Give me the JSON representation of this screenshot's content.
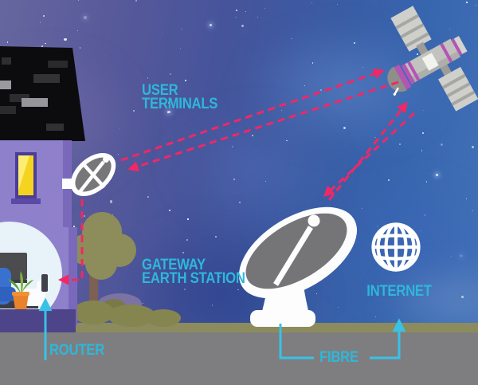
{
  "labels": {
    "user_terminals": {
      "line1": "USER",
      "line2": "TERMINALS"
    },
    "gateway_earth_station": {
      "line1": "GATEWAY",
      "line2": "EARTH STATION"
    },
    "internet": "INTERNET",
    "router": "ROUTER",
    "fibre": "FIBRE"
  },
  "colors": {
    "label_cyan": "#2EB7DB",
    "connector_cyan": "#38C2E6",
    "signal_pink": "#F22765",
    "ground_gray": "#7E7E80",
    "grass_olive": "#8C8B5E",
    "wall_purple": "#8F80CC"
  },
  "icons": {
    "satellite": "satellite-icon",
    "user_terminal_dish": "satellite-dish-icon",
    "gateway_dish": "large-dish-antenna-icon",
    "internet_globe": "globe-icon",
    "router_device": "router-stick-icon",
    "house": "house-icon",
    "tree": "tree-icon",
    "signal_link": "dashed-arrow-icon"
  }
}
